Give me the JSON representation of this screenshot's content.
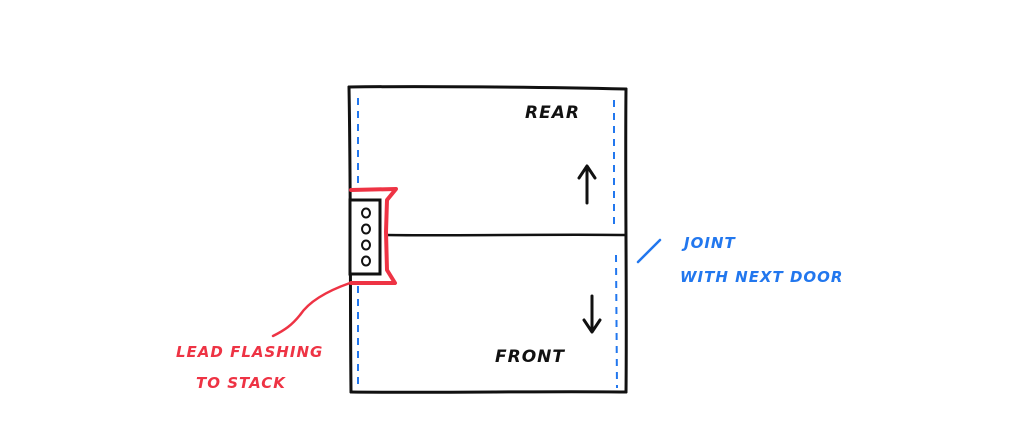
{
  "diagram": {
    "labels": {
      "rear": "REAR",
      "front": "FRONT",
      "lead_line1": "LEAD FLASHING",
      "lead_line2": "TO STACK",
      "joint_line1": "JOINT",
      "joint_line2": "WITH NEXT DOOR"
    },
    "colors": {
      "outline": "#111111",
      "flashing": "#ee3344",
      "joint": "#2277ee"
    }
  }
}
